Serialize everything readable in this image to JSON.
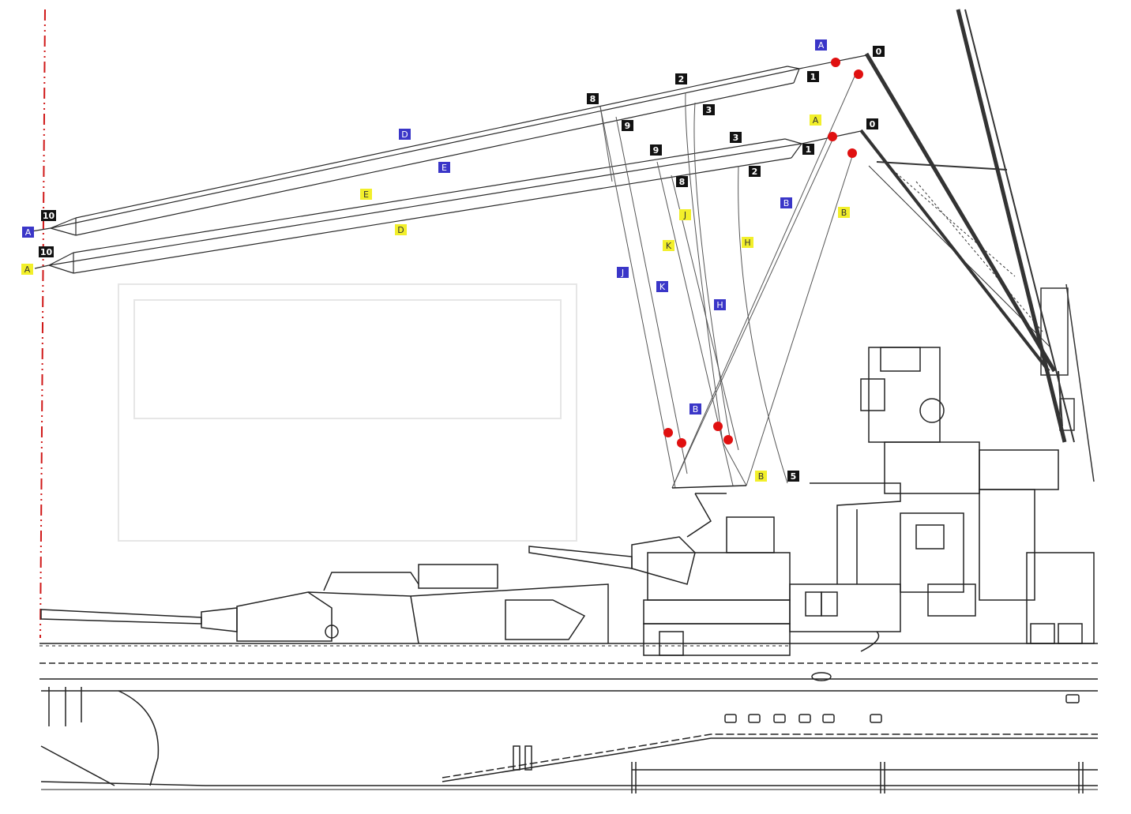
{
  "labels": {
    "blue_a_top": "A",
    "blue_a_left": "A",
    "blue_b_upper": "B",
    "blue_b_lower": "B",
    "blue_d": "D",
    "blue_e": "E",
    "blue_j": "J",
    "blue_k": "K",
    "blue_h": "H",
    "yellow_a_top": "A",
    "yellow_a_left": "A",
    "yellow_b_upper": "B",
    "yellow_b_lower": "B",
    "yellow_d": "D",
    "yellow_e": "E",
    "yellow_j": "J",
    "yellow_k": "K",
    "yellow_h": "H",
    "n0_upper": "0",
    "n0_lower": "0",
    "n1_upper": "1",
    "n1_lower": "1",
    "n2_upper": "2",
    "n2_lower": "2",
    "n3_upper": "3",
    "n3_lower": "3",
    "n5": "5",
    "n8_upper": "8",
    "n8_lower": "8",
    "n9_upper": "9",
    "n9_lower": "9",
    "n10_upper": "10",
    "n10_lower": "10"
  },
  "colors": {
    "blue_label_bg": "#3a36c8",
    "blue_label_text": "#ffffff",
    "yellow_label_bg": "#f2ef2a",
    "yellow_label_text": "#333333",
    "number_label_bg": "#111111",
    "number_label_text": "#ffffff",
    "marker_red": "#e01010",
    "centerline_red": "#d01818",
    "line_dark": "#2a2a2a"
  }
}
